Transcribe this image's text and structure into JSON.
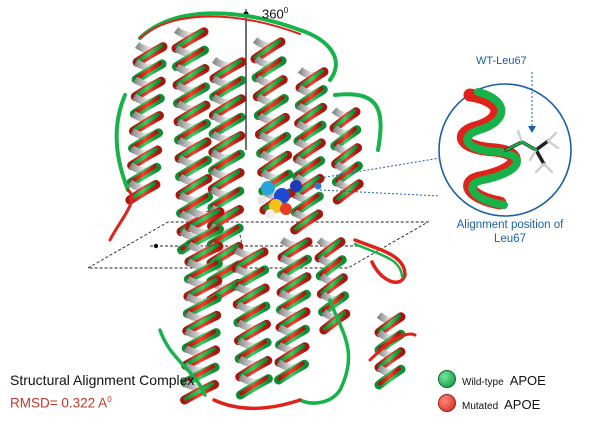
{
  "figure": {
    "rotation_label": "360",
    "rotation_sup": "0",
    "inset_label": "WT-Leu67",
    "inset_caption_line1": "Alignment position of",
    "inset_caption_line2": "Leu67",
    "title": "Structural Alignment Complex",
    "rmsd_label": "RMSD= 0.322 A",
    "rmsd_sup": "0"
  },
  "legend": {
    "items": [
      {
        "prefix": "Wild-type",
        "name": "APOE",
        "color": "#17a348"
      },
      {
        "prefix": "Mutated",
        "name": "APOE",
        "color": "#e0301e"
      }
    ]
  },
  "colors": {
    "wild_type": "#17b24a",
    "mutated": "#e0231a",
    "overlap": "#b9b9b9",
    "annotation_blue": "#1a5fa8"
  }
}
